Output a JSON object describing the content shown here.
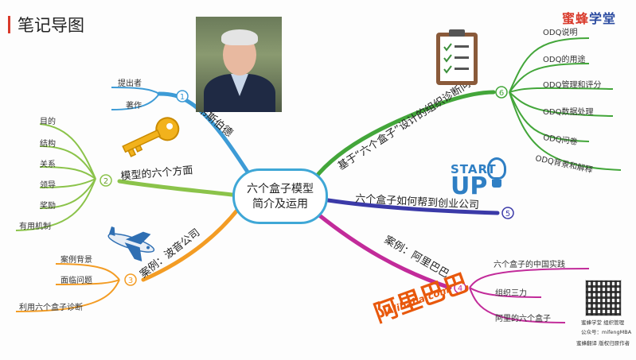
{
  "header": {
    "title": "笔记导图",
    "brand_a": "蜜蜂",
    "brand_b": "学堂"
  },
  "center": {
    "line1": "六个盒子模型",
    "line2": "简介及运用"
  },
  "branches": {
    "b1": {
      "num": "1",
      "label": "韦斯伯德",
      "color": "#3d9bd6",
      "children": [
        "提出者",
        "著作"
      ]
    },
    "b2": {
      "num": "2",
      "label": "模型的六个方面",
      "color": "#8bc34a",
      "children": [
        "目的",
        "结构",
        "关系",
        "领导",
        "奖励",
        "有用机制"
      ]
    },
    "b3": {
      "num": "3",
      "label": "案例：波音公司",
      "color": "#f39c24",
      "children": [
        "案例背景",
        "面临问题",
        "利用六个盒子诊断"
      ]
    },
    "b4": {
      "num": "4",
      "label": "案例：阿里巴巴",
      "color": "#c22b9a",
      "children": [
        "六个盒子的中国实践",
        "组织三力",
        "阿里的六个盒子"
      ]
    },
    "b5": {
      "num": "5",
      "label": "六个盒子如何帮到创业公司",
      "color": "#3b3aa8"
    },
    "b6": {
      "num": "6",
      "label": "基于“六个盒子”设计的组织诊断问",
      "color": "#43a63a",
      "children": [
        "ODQ说明",
        "ODQ的用途",
        "ODQ管理和评分",
        "ODQ数据处理",
        "ODQ问卷",
        "ODQ背景和解释"
      ]
    }
  },
  "logos": {
    "startup_top": "START",
    "startup_bottom": "UP",
    "alibaba_cn": "阿里巴巴",
    "alibaba_en": "Alibaba.com"
  },
  "qr": {
    "line1": "蜜蜂学堂 组织管理",
    "line2": "公众号：mifengMBA",
    "line3": "蜜蜂翻译 版权归原作者"
  },
  "icons": [
    "person-photo",
    "key-icon",
    "airplane-icon",
    "clipboard-checklist-icon",
    "startup-bulb-icon",
    "alibaba-logo",
    "qr-code"
  ]
}
